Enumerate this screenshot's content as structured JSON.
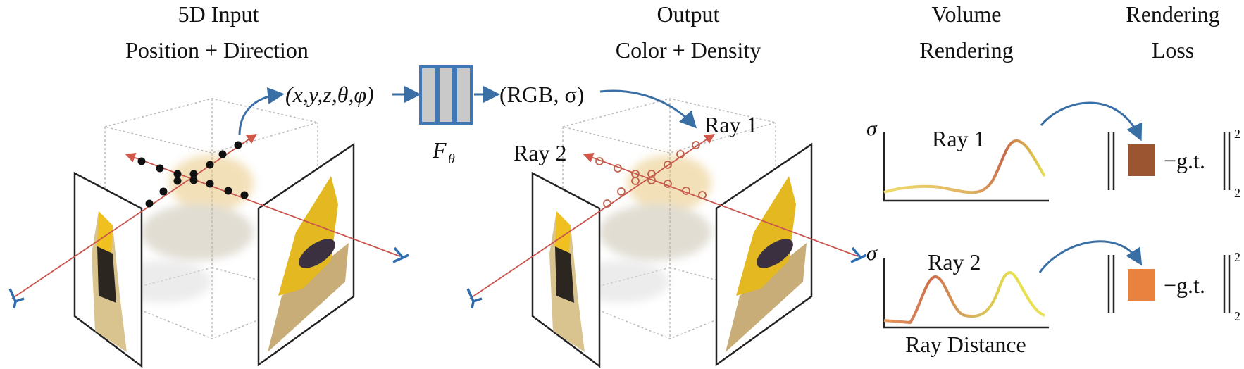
{
  "headers": {
    "input": {
      "line1": "5D Input",
      "line2": "Position + Direction"
    },
    "output": {
      "line1": "Output",
      "line2": "Color + Density"
    },
    "volume": {
      "line1": "Volume",
      "line2": "Rendering"
    },
    "loss": {
      "line1": "Rendering",
      "line2": "Loss"
    }
  },
  "network": {
    "input_tuple": "(x,y,z,θ,φ)",
    "name": "F",
    "subscript": "θ",
    "output_tuple": "(RGB, σ)"
  },
  "scene": {
    "ray1_label": "Ray 1",
    "ray2_label": "Ray 2"
  },
  "plots": [
    {
      "title": "Ray 1",
      "ylabel": "σ"
    },
    {
      "title": "Ray 2",
      "ylabel": "σ",
      "xlabel": "Ray Distance"
    }
  ],
  "loss": [
    {
      "term": "−g.t.",
      "sup": "2",
      "sub": "2",
      "color": "#9b5530"
    },
    {
      "term": "−g.t.",
      "sup": "2",
      "sub": "2",
      "color": "#e8823e"
    }
  ],
  "colors": {
    "arrow": "#3a6fa5",
    "ray": "#c9544e",
    "eye": "#2f6db0"
  }
}
